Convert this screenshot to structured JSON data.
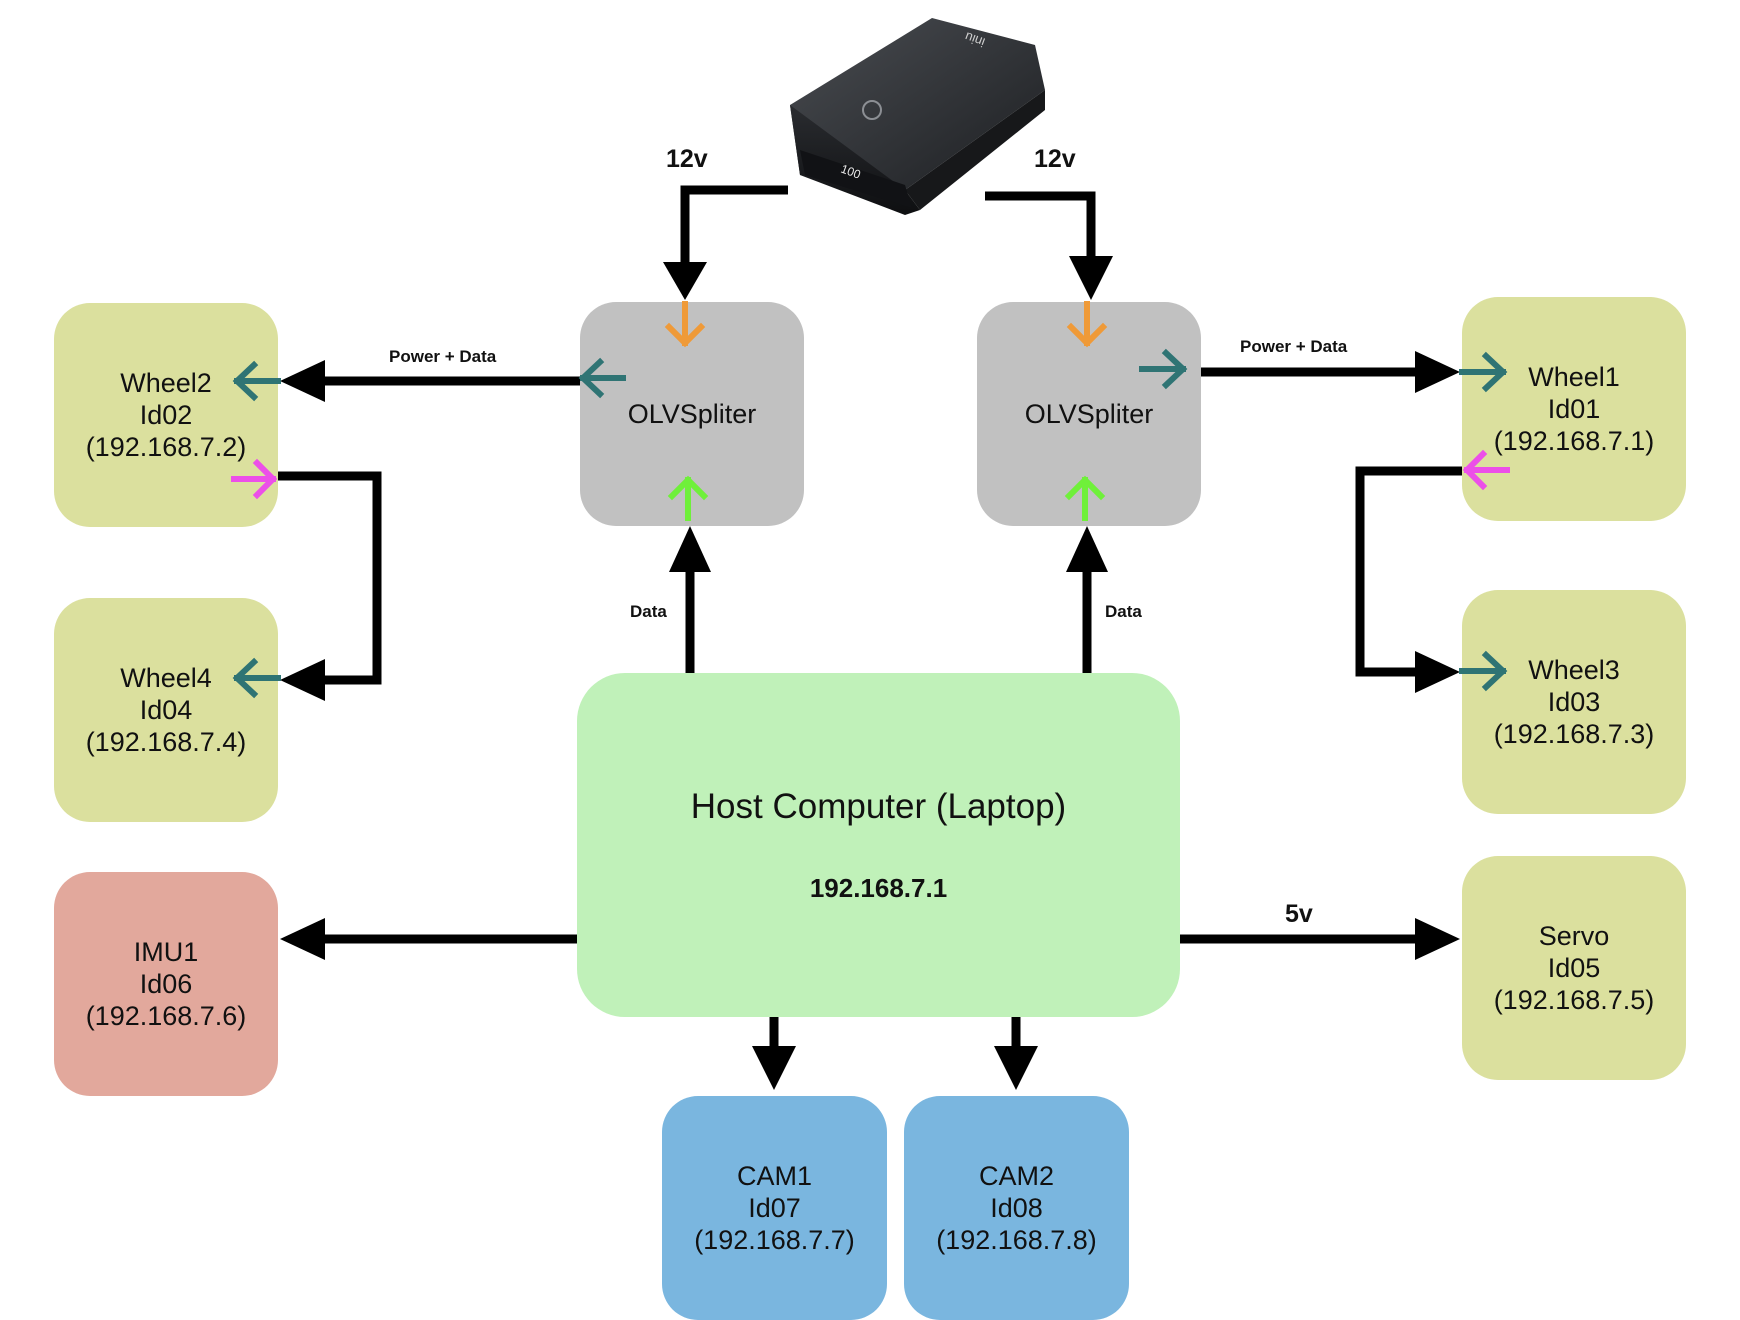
{
  "battery": {
    "icon": "power-bank-icon",
    "brand": "iniu",
    "display": "100"
  },
  "voltage_left": "12v",
  "voltage_right": "12v",
  "splitter_left": {
    "label": "OLVSpliter"
  },
  "splitter_right": {
    "label": "OLVSpliter"
  },
  "link_left": "Power + Data",
  "link_right": "Power + Data",
  "data_left": "Data",
  "data_right": "Data",
  "servo_voltage": "5v",
  "host": {
    "title": "Host Computer (Laptop)",
    "ip": "192.168.7.1"
  },
  "wheel2": {
    "name": "Wheel2",
    "id": "Id02",
    "ip": "(192.168.7.2)"
  },
  "wheel4": {
    "name": "Wheel4",
    "id": "Id04",
    "ip": "(192.168.7.4)"
  },
  "wheel1": {
    "name": "Wheel1",
    "id": "Id01",
    "ip": "(192.168.7.1)"
  },
  "wheel3": {
    "name": "Wheel3",
    "id": "Id03",
    "ip": "(192.168.7.3)"
  },
  "imu1": {
    "name": "IMU1",
    "id": "Id06",
    "ip": "(192.168.7.6)"
  },
  "servo": {
    "name": "Servo",
    "id": "Id05",
    "ip": "(192.168.7.5)"
  },
  "cam1": {
    "name": "CAM1",
    "id": "Id07",
    "ip": "(192.168.7.7)"
  },
  "cam2": {
    "name": "CAM2",
    "id": "Id08",
    "ip": "(192.168.7.8)"
  },
  "colors": {
    "wheel": "#dbe09e",
    "imu": "#e2a89c",
    "cam": "#7ab6df",
    "splitter": "#c1c1c1",
    "host": "#c0f1b9",
    "port_out": "#2f7474",
    "port_in": "#ec4fe8",
    "power_in": "#ef9a38",
    "data_in": "#6ff03a",
    "wire": "#000000"
  }
}
